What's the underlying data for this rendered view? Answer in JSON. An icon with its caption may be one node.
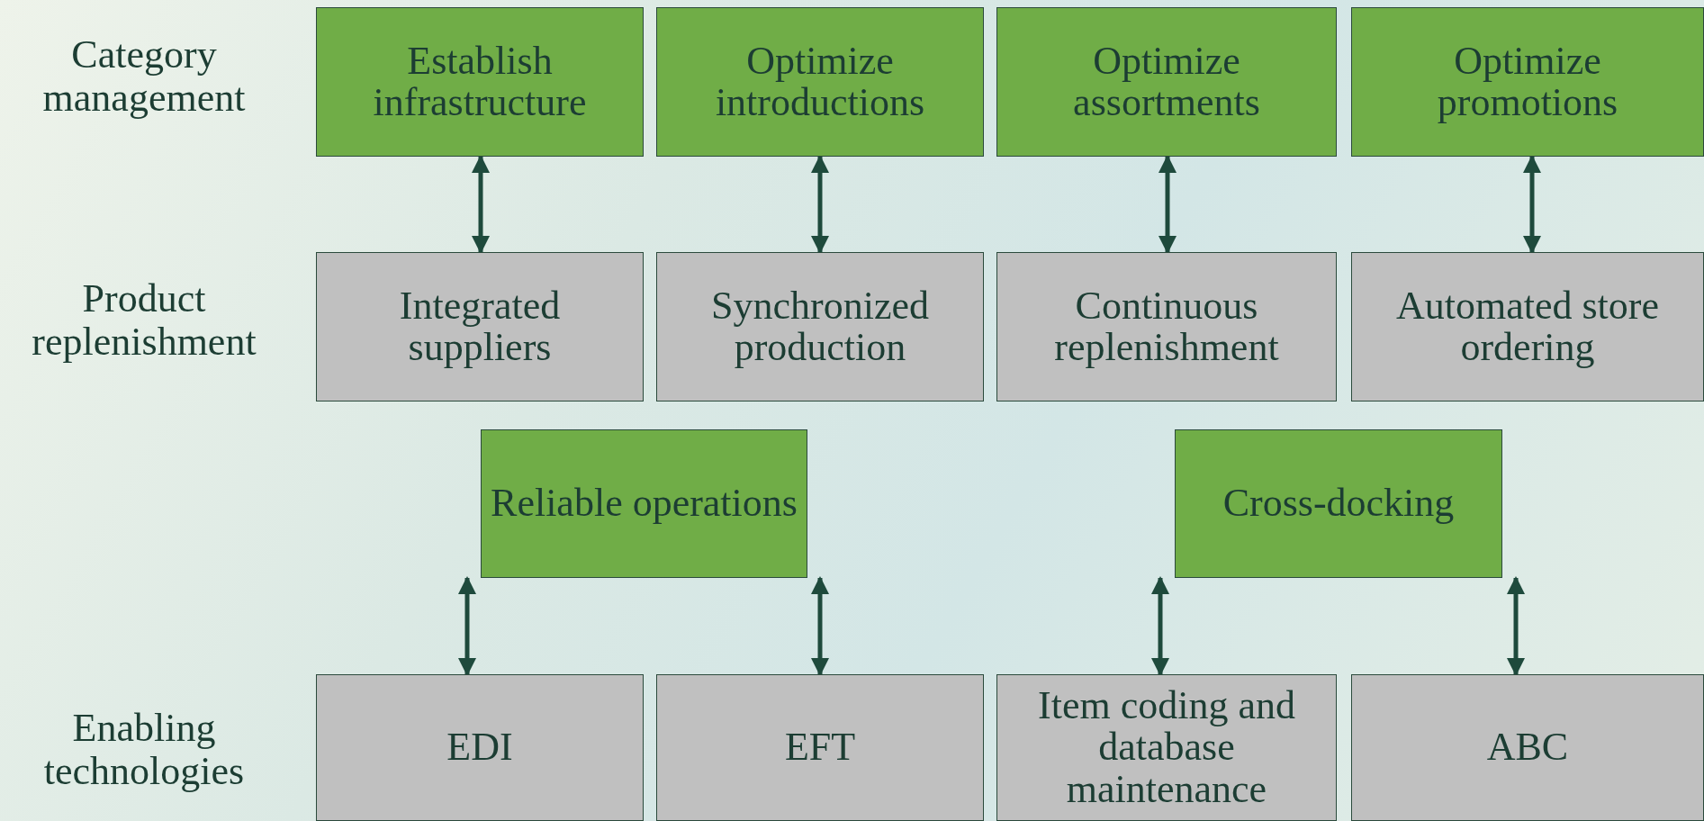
{
  "diagram": {
    "nodes": [
      {
        "text": [
          "Establish infrastructure"
        ]
      },
      {
        "text": [
          "Optimize introductions"
        ]
      },
      {
        "text": [
          "Optimize assortments"
        ]
      },
      {
        "text": [
          "Optimize promotions"
        ]
      },
      {
        "text": [
          "Integrated suppliers"
        ]
      },
      {
        "text": [
          "Synchronized production"
        ]
      },
      {
        "text": [
          "Continuous replenishment"
        ]
      },
      {
        "text": [
          "Automated store ordering"
        ]
      },
      {
        "text": [
          "Reliable operations"
        ]
      },
      {
        "text": [
          "Cross-docking"
        ]
      },
      {
        "text": [
          "EDI"
        ]
      },
      {
        "text": [
          "EFT"
        ]
      },
      {
        "text": [
          "Item coding and database maintenance"
        ]
      },
      {
        "text": [
          "ABC"
        ]
      }
    ],
    "edges": [
      {
        "from": 0,
        "to": 4,
        "arrow": "both"
      },
      {
        "from": 1,
        "to": 5,
        "arrow": "both"
      },
      {
        "from": 2,
        "to": 6,
        "arrow": "both"
      },
      {
        "from": 3,
        "to": 7,
        "arrow": "both"
      },
      {
        "from": 8,
        "to": 10,
        "arrow": "both"
      },
      {
        "from": 8,
        "to": 11,
        "arrow": "both"
      },
      {
        "from": 9,
        "to": 12,
        "arrow": "both"
      },
      {
        "from": 9,
        "to": 13,
        "arrow": "both"
      }
    ],
    "labels": [
      "Category management",
      "Product replenishment",
      "Enabling technologies"
    ]
  }
}
